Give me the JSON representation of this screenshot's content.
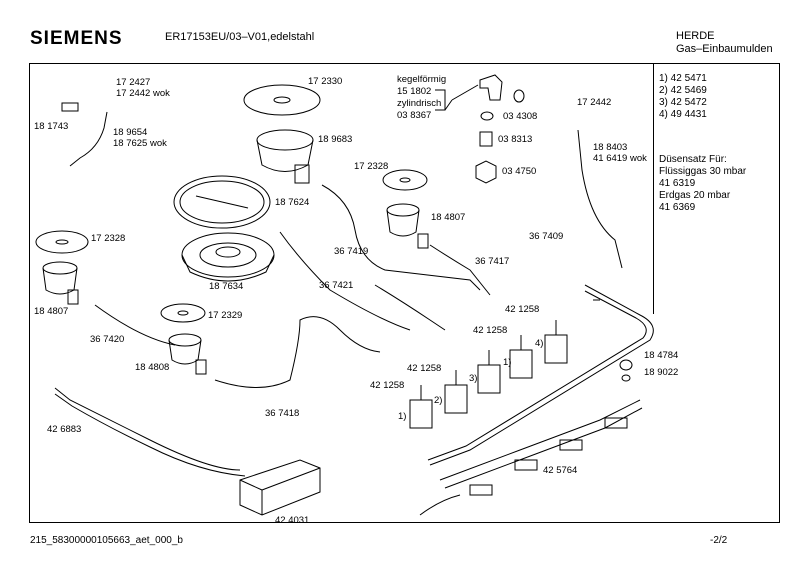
{
  "header": {
    "brand": "SIEMENS",
    "model": "ER17153EU/03–V01,edelstahl",
    "maker": "HERDE",
    "category": "Gas–Einbaumulden"
  },
  "notes": [
    "1)  42 5471",
    "2)  42 5469",
    "3)  42 5472",
    "4)  49 4431"
  ],
  "nozzle_set": [
    "Düsensatz Für:",
    "Flüssiggas 30 mbar",
    "41 6319",
    "Erdgas 20 mbar",
    "41 6369"
  ],
  "footer": {
    "doc_id": "215_58300000105663_aet_000_b",
    "page": "-2/2"
  },
  "labels": [
    "172427",
    "172442 wok",
    "181743",
    "189654",
    "187625 wok",
    "172330",
    "189683",
    "172328",
    "184807",
    "187624",
    "187634",
    "367419",
    "367417",
    "367409",
    "kegelförmig",
    "151802",
    "zylindrisch",
    "038367",
    "034308",
    "038313",
    "034750",
    "172442",
    "188403",
    "416419 wok",
    "172328",
    "184807",
    "367420",
    "172329",
    "184808",
    "367421",
    "367418",
    "426883",
    "424031",
    "421258",
    "421258",
    "421258",
    "421258",
    "4)",
    "1)",
    "3)",
    "2)",
    "1)",
    "184784",
    "189022",
    "425764"
  ]
}
